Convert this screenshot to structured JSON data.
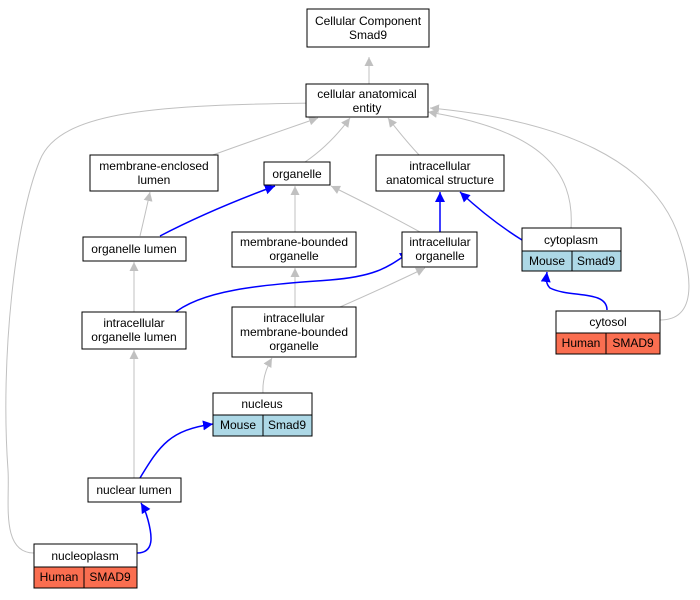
{
  "colors": {
    "gray_edge": "#c0c0c0",
    "blue_edge": "#0000ff",
    "mouse_fill": "#add8e6",
    "human_fill": "#fa6e50"
  },
  "nodes": {
    "cc_smad9": {
      "lines": [
        "Cellular Component",
        "Smad9"
      ]
    },
    "cae": {
      "lines": [
        "cellular anatomical",
        "entity"
      ]
    },
    "mel": {
      "lines": [
        "membrane-enclosed",
        "lumen"
      ]
    },
    "organelle": {
      "lines": [
        "organelle"
      ]
    },
    "ias": {
      "lines": [
        "intracellular",
        "anatomical structure"
      ]
    },
    "org_lumen": {
      "lines": [
        "organelle lumen"
      ]
    },
    "mbo": {
      "lines": [
        "membrane-bounded",
        "organelle"
      ]
    },
    "io": {
      "lines": [
        "intracellular",
        "organelle"
      ]
    },
    "cytoplasm": {
      "lines": [
        "cytoplasm"
      ],
      "annot": [
        "Mouse",
        "Smad9"
      ]
    },
    "iol": {
      "lines": [
        "intracellular",
        "organelle lumen"
      ]
    },
    "imbo": {
      "lines": [
        "intracellular",
        "membrane-bounded",
        "organelle"
      ]
    },
    "cytosol": {
      "lines": [
        "cytosol"
      ],
      "annot": [
        "Human",
        "SMAD9"
      ]
    },
    "nucleus": {
      "lines": [
        "nucleus"
      ],
      "annot": [
        "Mouse",
        "Smad9"
      ]
    },
    "nuclear_lumen": {
      "lines": [
        "nuclear lumen"
      ]
    },
    "nucleoplasm": {
      "lines": [
        "nucleoplasm"
      ],
      "annot": [
        "Human",
        "SMAD9"
      ]
    }
  }
}
